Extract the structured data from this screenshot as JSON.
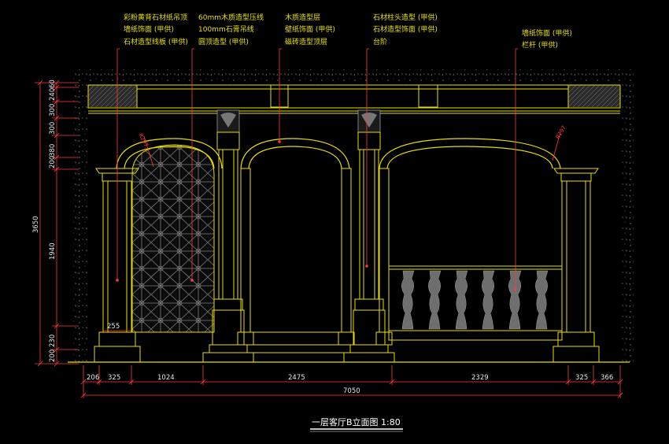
{
  "drawing": {
    "title": "一层客厅B立面图  1:80",
    "callouts": [
      {
        "lines": [
          "彩粉黄背石材纸吊顶",
          "墙纸饰面 (甲供)",
          "石材造型线板 (甲供)"
        ]
      },
      {
        "lines": [
          "60mm木质造型压线",
          "100mm石膏吊线",
          "圆顶造型 (甲供)"
        ]
      },
      {
        "lines": [
          "木质造型层",
          "壁纸饰面 (甲供)",
          "磁砖造型顶层"
        ]
      },
      {
        "lines": [
          "石材柱头造型 (甲供)",
          "石材造型饰面 (甲供)",
          "台阶"
        ]
      },
      {
        "lines": [
          "墙纸饰面 (甲供)",
          "栏杆 (甲供)"
        ]
      }
    ],
    "arc_labels": [
      "R297",
      "R297"
    ],
    "vertical_dims": [
      "60",
      "240",
      "300",
      "300",
      "380",
      "200",
      "1940",
      "230",
      "200"
    ],
    "overall_height": "3650",
    "inner_dim": "255",
    "horizontal_dims": [
      "206",
      "325",
      "1024",
      "2475",
      "2329",
      "325",
      "366"
    ],
    "overall_width": "7050"
  },
  "colors": {
    "background": "#000000",
    "drawing_lines": "#e8e000",
    "dimension_lines": "#ff3b3b",
    "hatch": "#8a8a8a",
    "title": "#ffffff"
  }
}
